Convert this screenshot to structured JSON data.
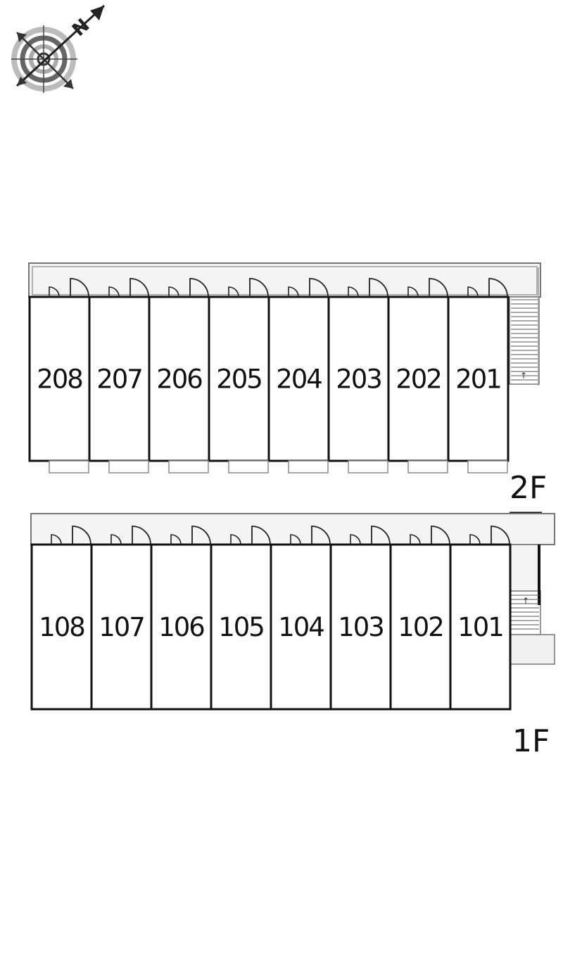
{
  "compass": {
    "icon": "compass-rose-icon",
    "north_label": "N"
  },
  "floors": [
    {
      "label": "2F",
      "units": [
        "208",
        "207",
        "206",
        "205",
        "204",
        "203",
        "202",
        "201"
      ]
    },
    {
      "label": "1F",
      "units": [
        "108",
        "107",
        "106",
        "105",
        "104",
        "103",
        "102",
        "101"
      ]
    }
  ]
}
